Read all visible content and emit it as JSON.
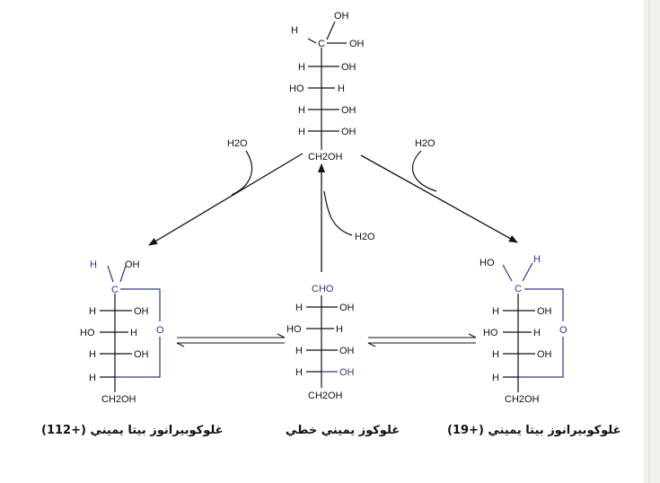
{
  "colors": {
    "black": "#111111",
    "blue": "#2a3a8c"
  },
  "top_open_chain": {
    "labels": {
      "c1_oh": "OH",
      "c1_h": "H",
      "c1_c": "C",
      "c1_oh2": "OH",
      "r2_left": "H",
      "r2_right": "OH",
      "r3_left": "HO",
      "r3_right": "H",
      "r4_left": "H",
      "r4_right": "OH",
      "r5_left": "H",
      "r5_right": "OH",
      "bottom": "CH2OH"
    }
  },
  "water": {
    "label": "H2O"
  },
  "beta_pyranose": {
    "labels": {
      "h": "H",
      "oh": "OH",
      "c": "C",
      "r2_left": "H",
      "r2_right": "OH",
      "r3_left": "HO",
      "r3_right": "H",
      "r4_left": "H",
      "r4_right": "OH",
      "r5_left": "H",
      "ring_o": "O",
      "bottom": "CH2OH"
    },
    "caption": "غلوكوبيرانوز بيتا يميني (+112)"
  },
  "alpha_pyranose": {
    "labels": {
      "ho": "HO",
      "h": "H",
      "c": "C",
      "r2_left": "H",
      "r2_right": "OH",
      "r3_left": "HO",
      "r3_right": "H",
      "r4_left": "H",
      "r4_right": "OH",
      "r5_left": "H",
      "ring_o": "O",
      "bottom": "CH2OH"
    },
    "caption": "غلوكوبيرانوز بيتا يميني (+19)"
  },
  "linear_glucose": {
    "labels": {
      "top": "CHO",
      "r2_left": "H",
      "r2_right": "OH",
      "r3_left": "HO",
      "r3_right": "H",
      "r4_left": "H",
      "r4_right": "OH",
      "r5_left": "H",
      "r5_right": "OH",
      "bottom": "CH2OH"
    },
    "caption": "غلوكوز يميني خطي"
  }
}
